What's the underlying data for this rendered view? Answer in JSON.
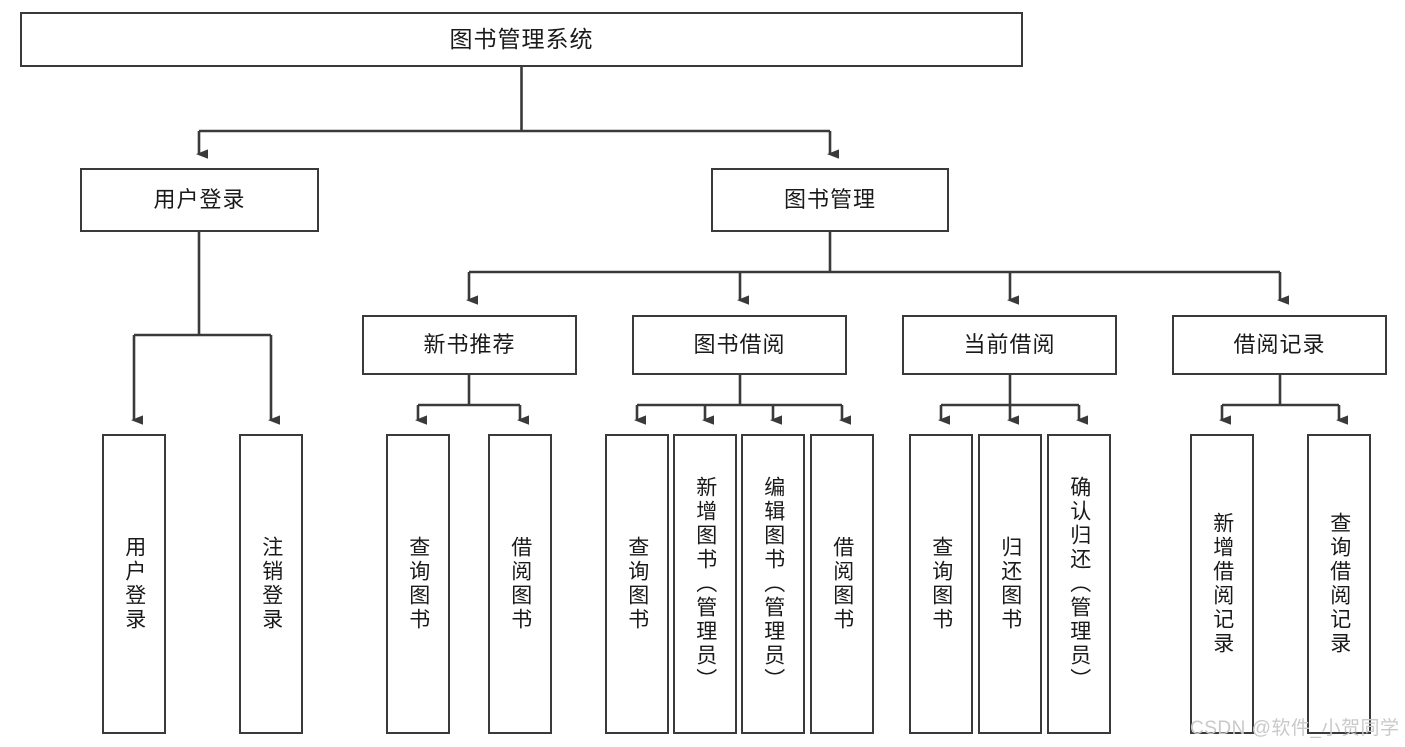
{
  "diagram": {
    "type": "tree-hierarchy",
    "title": "图书管理系统",
    "watermark": "CSDN @软件_小贺同学",
    "colors": {
      "box_border": "#3a3a3a",
      "box_fill": "#ffffff",
      "connector": "#3a3a3a",
      "text": "#1a1a1a",
      "watermark": "#c9c9c9",
      "background": "#ffffff"
    },
    "root": {
      "label": "图书管理系统"
    },
    "level1": [
      {
        "label": "用户登录"
      },
      {
        "label": "图书管理"
      }
    ],
    "level2": [
      {
        "label": "新书推荐"
      },
      {
        "label": "图书借阅"
      },
      {
        "label": "当前借阅"
      },
      {
        "label": "借阅记录"
      }
    ],
    "leaves": {
      "user_login": [
        {
          "label": "用户登录"
        },
        {
          "label": "注销登录"
        }
      ],
      "new_book_recommend": [
        {
          "label": "查询图书"
        },
        {
          "label": "借阅图书"
        }
      ],
      "book_borrow": [
        {
          "label": "查询图书"
        },
        {
          "label": "新增图书（管理员）"
        },
        {
          "label": "编辑图书（管理员）"
        },
        {
          "label": "借阅图书"
        }
      ],
      "current_borrow": [
        {
          "label": "查询图书"
        },
        {
          "label": "归还图书"
        },
        {
          "label": "确认归还（管理员）"
        }
      ],
      "borrow_record": [
        {
          "label": "新增借阅记录"
        },
        {
          "label": "查询借阅记录"
        }
      ]
    }
  }
}
